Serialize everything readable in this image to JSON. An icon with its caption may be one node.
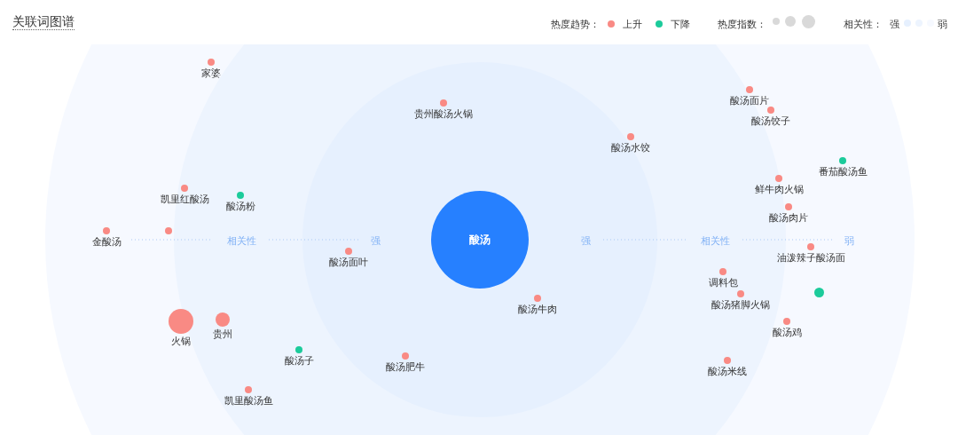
{
  "diagram": {
    "title": "关联词图谱",
    "nodes": [
      {
        "text": [
          "酸汤"
        ]
      },
      {
        "text": [
          "家婆"
        ]
      },
      {
        "text": [
          "贵州酸汤火锅"
        ]
      },
      {
        "text": [
          "酸汤面片"
        ]
      },
      {
        "text": [
          "酸汤饺子"
        ]
      },
      {
        "text": [
          "酸汤水饺"
        ]
      },
      {
        "text": [
          "番茄酸汤鱼"
        ]
      },
      {
        "text": [
          "鲜牛肉火锅"
        ]
      },
      {
        "text": [
          "凯里红酸汤"
        ]
      },
      {
        "text": [
          "酸汤粉"
        ]
      },
      {
        "text": [
          "酸汤肉片"
        ]
      },
      {
        "text": [
          "金酸汤"
        ]
      },
      {
        "text": [],
        "shape": "circle"
      },
      {
        "text": [
          "油泼辣子酸汤面"
        ]
      },
      {
        "text": [
          "酸汤面叶"
        ]
      },
      {
        "text": [
          "调料包"
        ]
      },
      {
        "text": [
          "酸汤猪脚火锅"
        ]
      },
      {
        "text": [],
        "shape": "circle"
      },
      {
        "text": [
          "酸汤牛肉"
        ]
      },
      {
        "text": [
          "火锅"
        ]
      },
      {
        "text": [
          "贵州"
        ]
      },
      {
        "text": [
          "酸汤鸡"
        ]
      },
      {
        "text": [
          "酸汤子"
        ]
      },
      {
        "text": [
          "酸汤肥牛"
        ]
      },
      {
        "text": [
          "酸汤米线"
        ]
      },
      {
        "text": [
          "凯里酸汤鱼"
        ]
      }
    ],
    "labels": [
      "热度趋势：",
      "热度指数：",
      "相关性：",
      "强",
      "弱",
      "相关性",
      "强",
      "强",
      "相关性",
      "弱"
    ],
    "legend": [
      {
        "text": "上升",
        "color": "#f98a84"
      },
      {
        "text": "下降",
        "color": "#1ccb9b"
      }
    ]
  }
}
